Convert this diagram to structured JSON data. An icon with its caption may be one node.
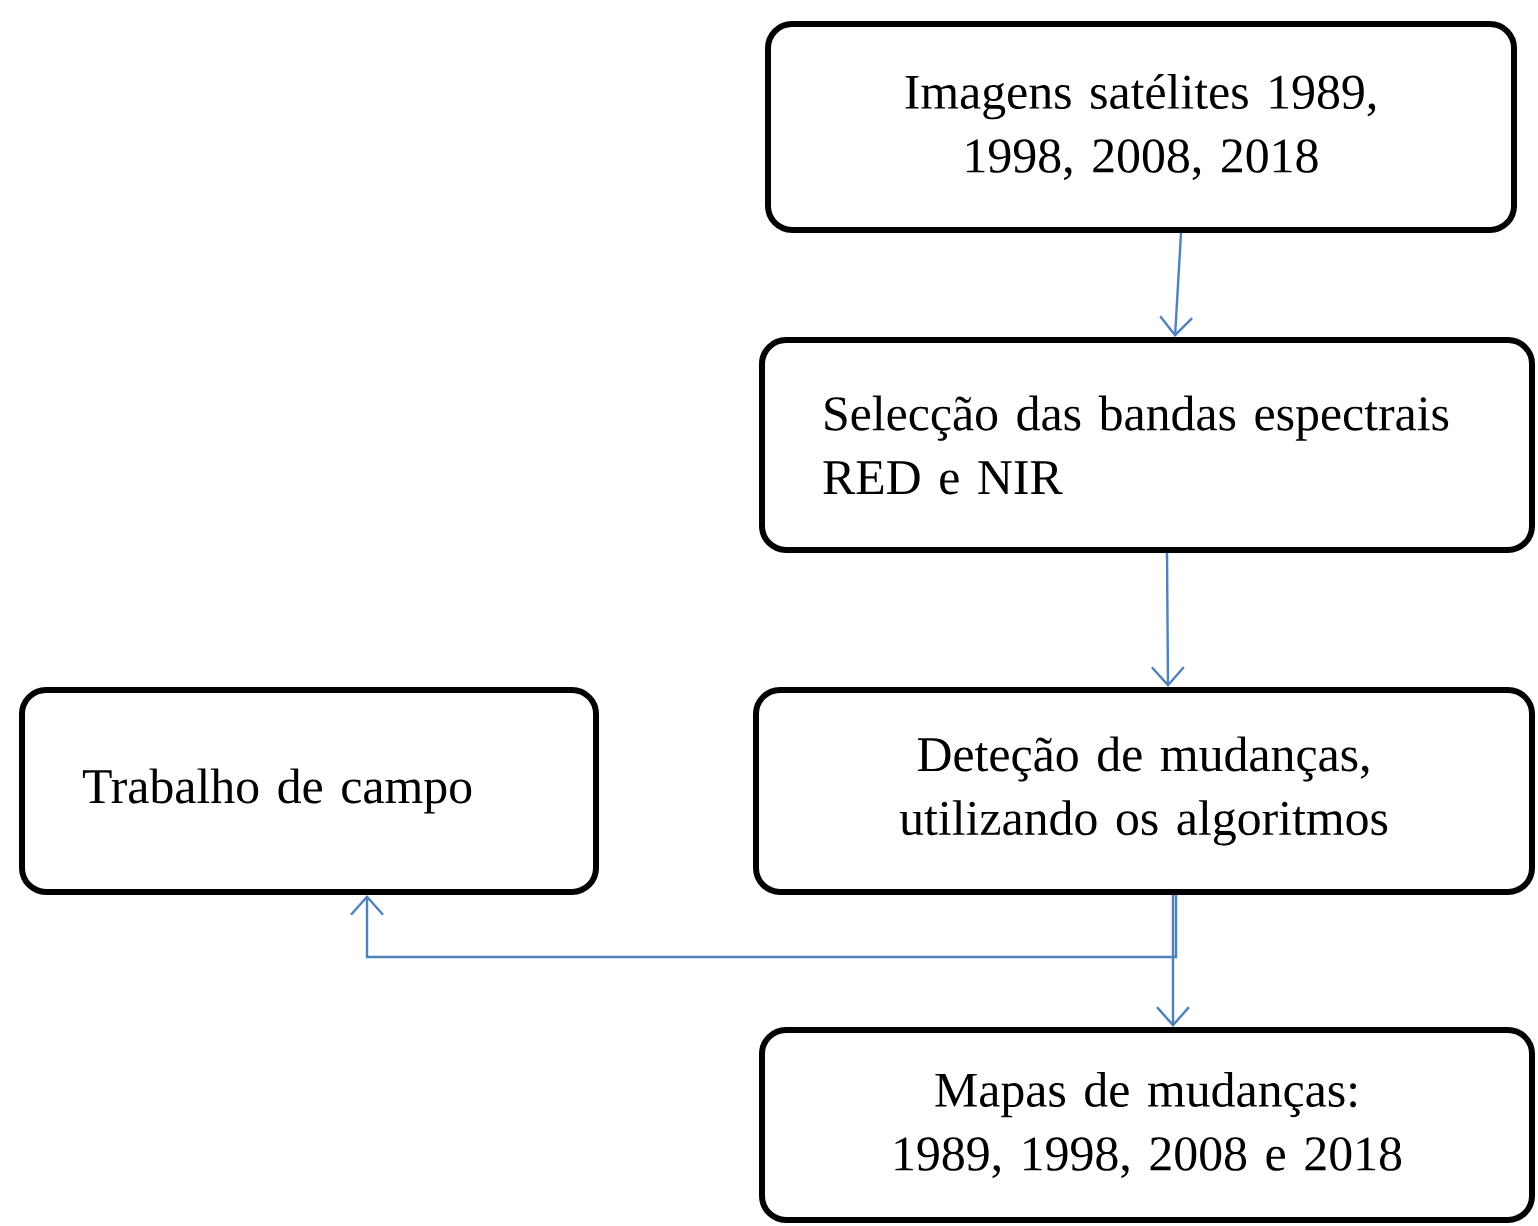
{
  "diagram": {
    "nodes": [
      {
        "text": [
          "Imagens satélites 1989, 1998, 2008, 2018"
        ]
      },
      {
        "text": [
          "Selecção das bandas espectrais RED e NIR"
        ]
      },
      {
        "text": [
          "Trabalho de campo"
        ]
      },
      {
        "text": [
          "Deteção de mudanças, utilizando os algoritmos"
        ]
      },
      {
        "text": [
          "Mapas de mudanças: 1989, 1998, 2008 e 2018"
        ]
      }
    ],
    "edges": [
      {
        "from": 0,
        "to": 1,
        "arrow": "to"
      },
      {
        "from": 1,
        "to": 3,
        "arrow": "to"
      },
      {
        "from": 3,
        "to": 4,
        "arrow": "to"
      },
      {
        "from": 3,
        "to": 2,
        "arrow": "to"
      }
    ]
  }
}
